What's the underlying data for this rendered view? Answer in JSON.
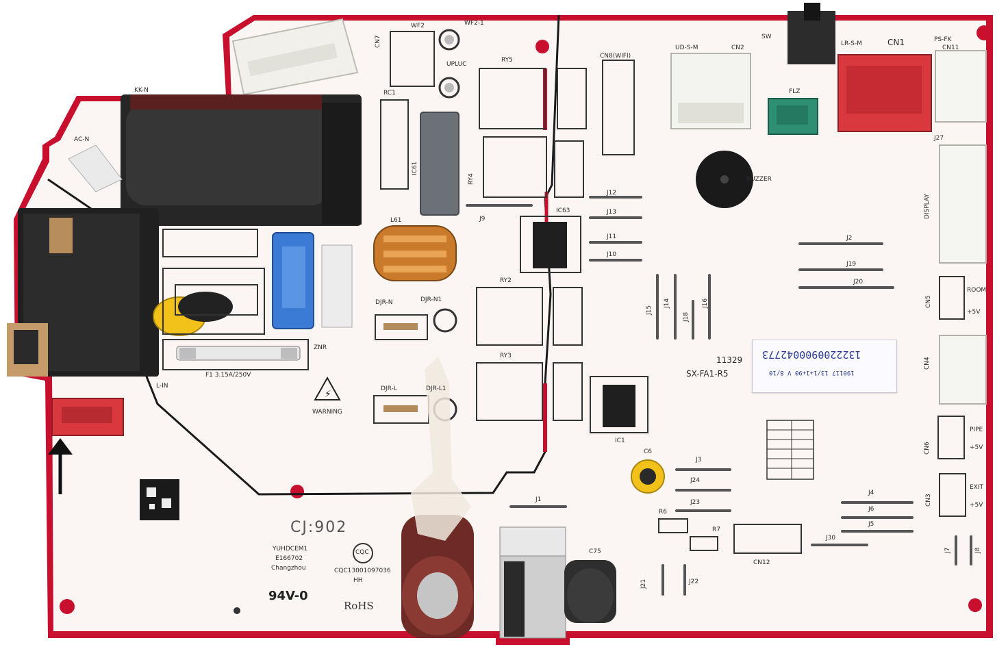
{
  "board": {
    "colors": {
      "board_edge": "#c8102e",
      "silkscreen": "#2a2a2a",
      "relay_body": "#1f1f1f",
      "connector_white": "#f4f4f0",
      "connector_red": "#d9383f",
      "connector_green": "#2f8f73",
      "coil_copper": "#c97a2b",
      "capacitor_blue": "#3b7bd6",
      "capacitor_yellow": "#f2c21b",
      "electrolytic_red": "#6e2a25"
    },
    "labels": {
      "wf2": "WF2",
      "wf2_1": "WF2-1",
      "cn7": "CN7",
      "upluc": "UPLUC",
      "ry5": "RY5",
      "ry4": "RY4",
      "ry2": "RY2",
      "ry3": "RY3",
      "cn8": "CN8(WIFI)",
      "ud_s_m": "UD-S-M",
      "cn2": "CN2",
      "sw": "SW",
      "lr_s_m": "LR-S-M",
      "cn1": "CN1",
      "ps_fk": "PS-FK",
      "cn11": "CN11",
      "flz": "FLZ",
      "buzzer": "BUZZER",
      "j27": "J27",
      "display": "DISPLAY",
      "cn5": "CN5",
      "room": "ROOM",
      "plus5v": "+5V",
      "cn4": "CN4",
      "cn6": "CN6",
      "pipe": "PIPE",
      "cn3": "CN3",
      "exit": "EXIT",
      "kk_n": "KK-N",
      "ac_n": "AC-N",
      "rc1": "RC1",
      "ic61": "IC61",
      "l61": "L61",
      "ic63": "IC63",
      "j12": "J12",
      "j13": "J13",
      "j11": "J11",
      "j10": "J10",
      "j9": "J9",
      "j2": "J2",
      "j19": "J19",
      "j20": "J20",
      "j15": "J15",
      "j14": "J14",
      "j18": "J18",
      "j16": "J16",
      "dr_n": "DJR-N",
      "dr_n1": "DJR-N1",
      "dr_l": "DJR-L",
      "dr_l1": "DJR-L1",
      "znr": "ZNR",
      "fuse": "F1  3.15A/250V",
      "l_in": "L-IN",
      "warning": "WARNING",
      "ic1": "IC1",
      "c6": "C6",
      "j3": "J3",
      "j24": "J24",
      "j23": "J23",
      "r6": "R6",
      "r7": "R7",
      "cn12": "CN12",
      "j30": "J30",
      "j4": "J4",
      "j6": "J6",
      "j5": "J5",
      "j7": "J7",
      "j8": "J8",
      "j1": "J1",
      "c75": "C75",
      "j21": "J21",
      "j22": "J22",
      "cj902": "CJ:902",
      "ul": "YUHDCEM1",
      "e_num": "E166702",
      "city": "Changzhou",
      "v0": "94V-0",
      "cqc": "CQC",
      "cqc_num": "CQC13001097036",
      "hh": "HH",
      "rohs": "RoHS",
      "model_a": "11329",
      "model_b": "SX-FA1-R5"
    },
    "sticker": {
      "number": "1322200900042773",
      "sub": "190117 13/1+1+90 V 8/10"
    }
  }
}
